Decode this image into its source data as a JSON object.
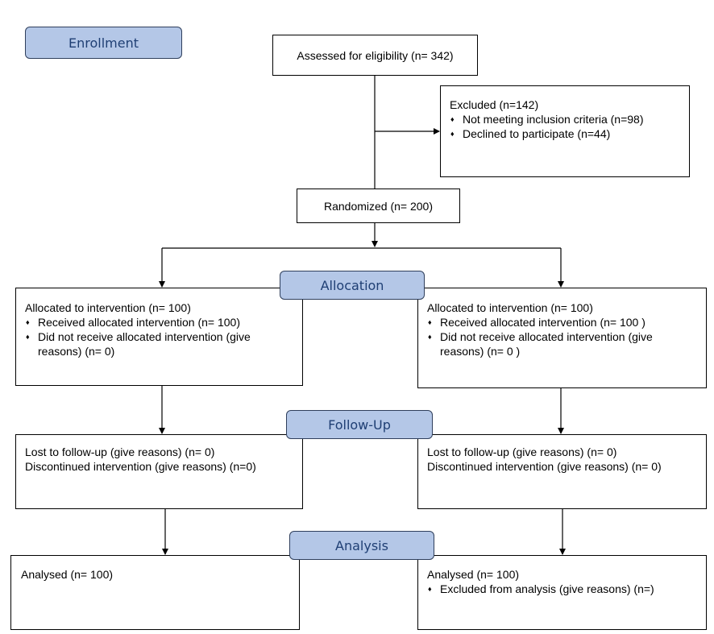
{
  "stages": {
    "enrollment": "Enrollment",
    "allocation": "Allocation",
    "follow_up": "Follow-Up",
    "analysis": "Analysis"
  },
  "assessed": "Assessed for eligibility (n= 342)",
  "excluded": {
    "title": "Excluded (n=142)",
    "items": [
      "Not meeting inclusion criteria (n=98)",
      "Declined to participate (n=44)"
    ]
  },
  "randomized": "Randomized (n= 200)",
  "allocation_left": {
    "title": "Allocated to intervention (n= 100)",
    "items": [
      "Received allocated intervention (n=  100)",
      "Did not receive allocated intervention (give reasons) (n=  0)"
    ]
  },
  "allocation_right": {
    "title": "Allocated to intervention (n= 100)",
    "items": [
      "Received allocated intervention (n= 100 )",
      "Did not receive allocated intervention (give reasons) (n= 0 )"
    ]
  },
  "followup_left": {
    "lines": [
      "Lost to follow-up (give reasons) (n= 0)",
      "Discontinued intervention (give reasons) (n=0)"
    ]
  },
  "followup_right": {
    "lines": [
      "Lost to follow-up (give reasons) (n= 0)",
      "Discontinued intervention (give reasons) (n= 0)"
    ]
  },
  "analysis_left": {
    "title": "Analysed (n= 100)"
  },
  "analysis_right": {
    "title": "Analysed (n= 100)",
    "items": [
      "Excluded from analysis (give reasons) (n=)"
    ]
  }
}
